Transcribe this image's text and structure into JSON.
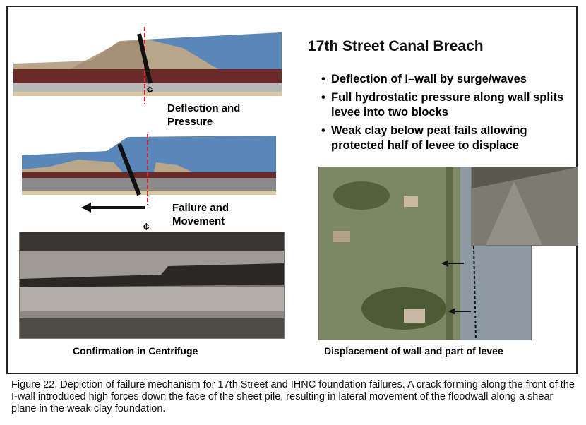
{
  "title": "17th Street Canal Breach",
  "bullets": [
    "Deflection of I–wall by surge/waves",
    "Full hydrostatic pressure along wall splits levee into two blocks",
    "Weak clay below peat fails allowing protected half of levee to displace"
  ],
  "bullet_glyph": "•",
  "diagram1": {
    "label_line1": "Deflection and",
    "label_line2": "Pressure",
    "centerline_mark": "¢"
  },
  "diagram2": {
    "label_line1": "Failure and",
    "label_line2": "Movement",
    "centerline_mark": "¢"
  },
  "centrifuge_caption": "Confirmation in Centrifuge",
  "aerial_caption": "Displacement of wall and part of levee",
  "figure_caption": "Figure 22.  Depiction of failure mechanism for 17th Street and IHNC foundation failures. A crack forming along the front of the I-wall introduced high forces down the face of the sheet pile, resulting in lateral movement of the floodwall along a shear plane in the weak clay foundation.",
  "colors": {
    "water": "#5a86b8",
    "peat": "#6b2a2a",
    "clay": "#8a8a8a",
    "sand": "#d9c9a3",
    "levee": "#b9a68a",
    "centerline": "#d8262a",
    "floodwater": "#7a8a5a"
  }
}
